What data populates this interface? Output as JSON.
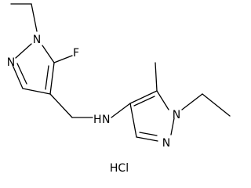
{
  "labels": {
    "n1_left": "N",
    "n2_left": "N",
    "f_left": "F",
    "nh": "H",
    "n_amine": "N",
    "n1_right": "N",
    "n2_right": "N",
    "hcl": "HCl"
  },
  "colors": {
    "stroke": "#000000",
    "background": "#ffffff"
  }
}
